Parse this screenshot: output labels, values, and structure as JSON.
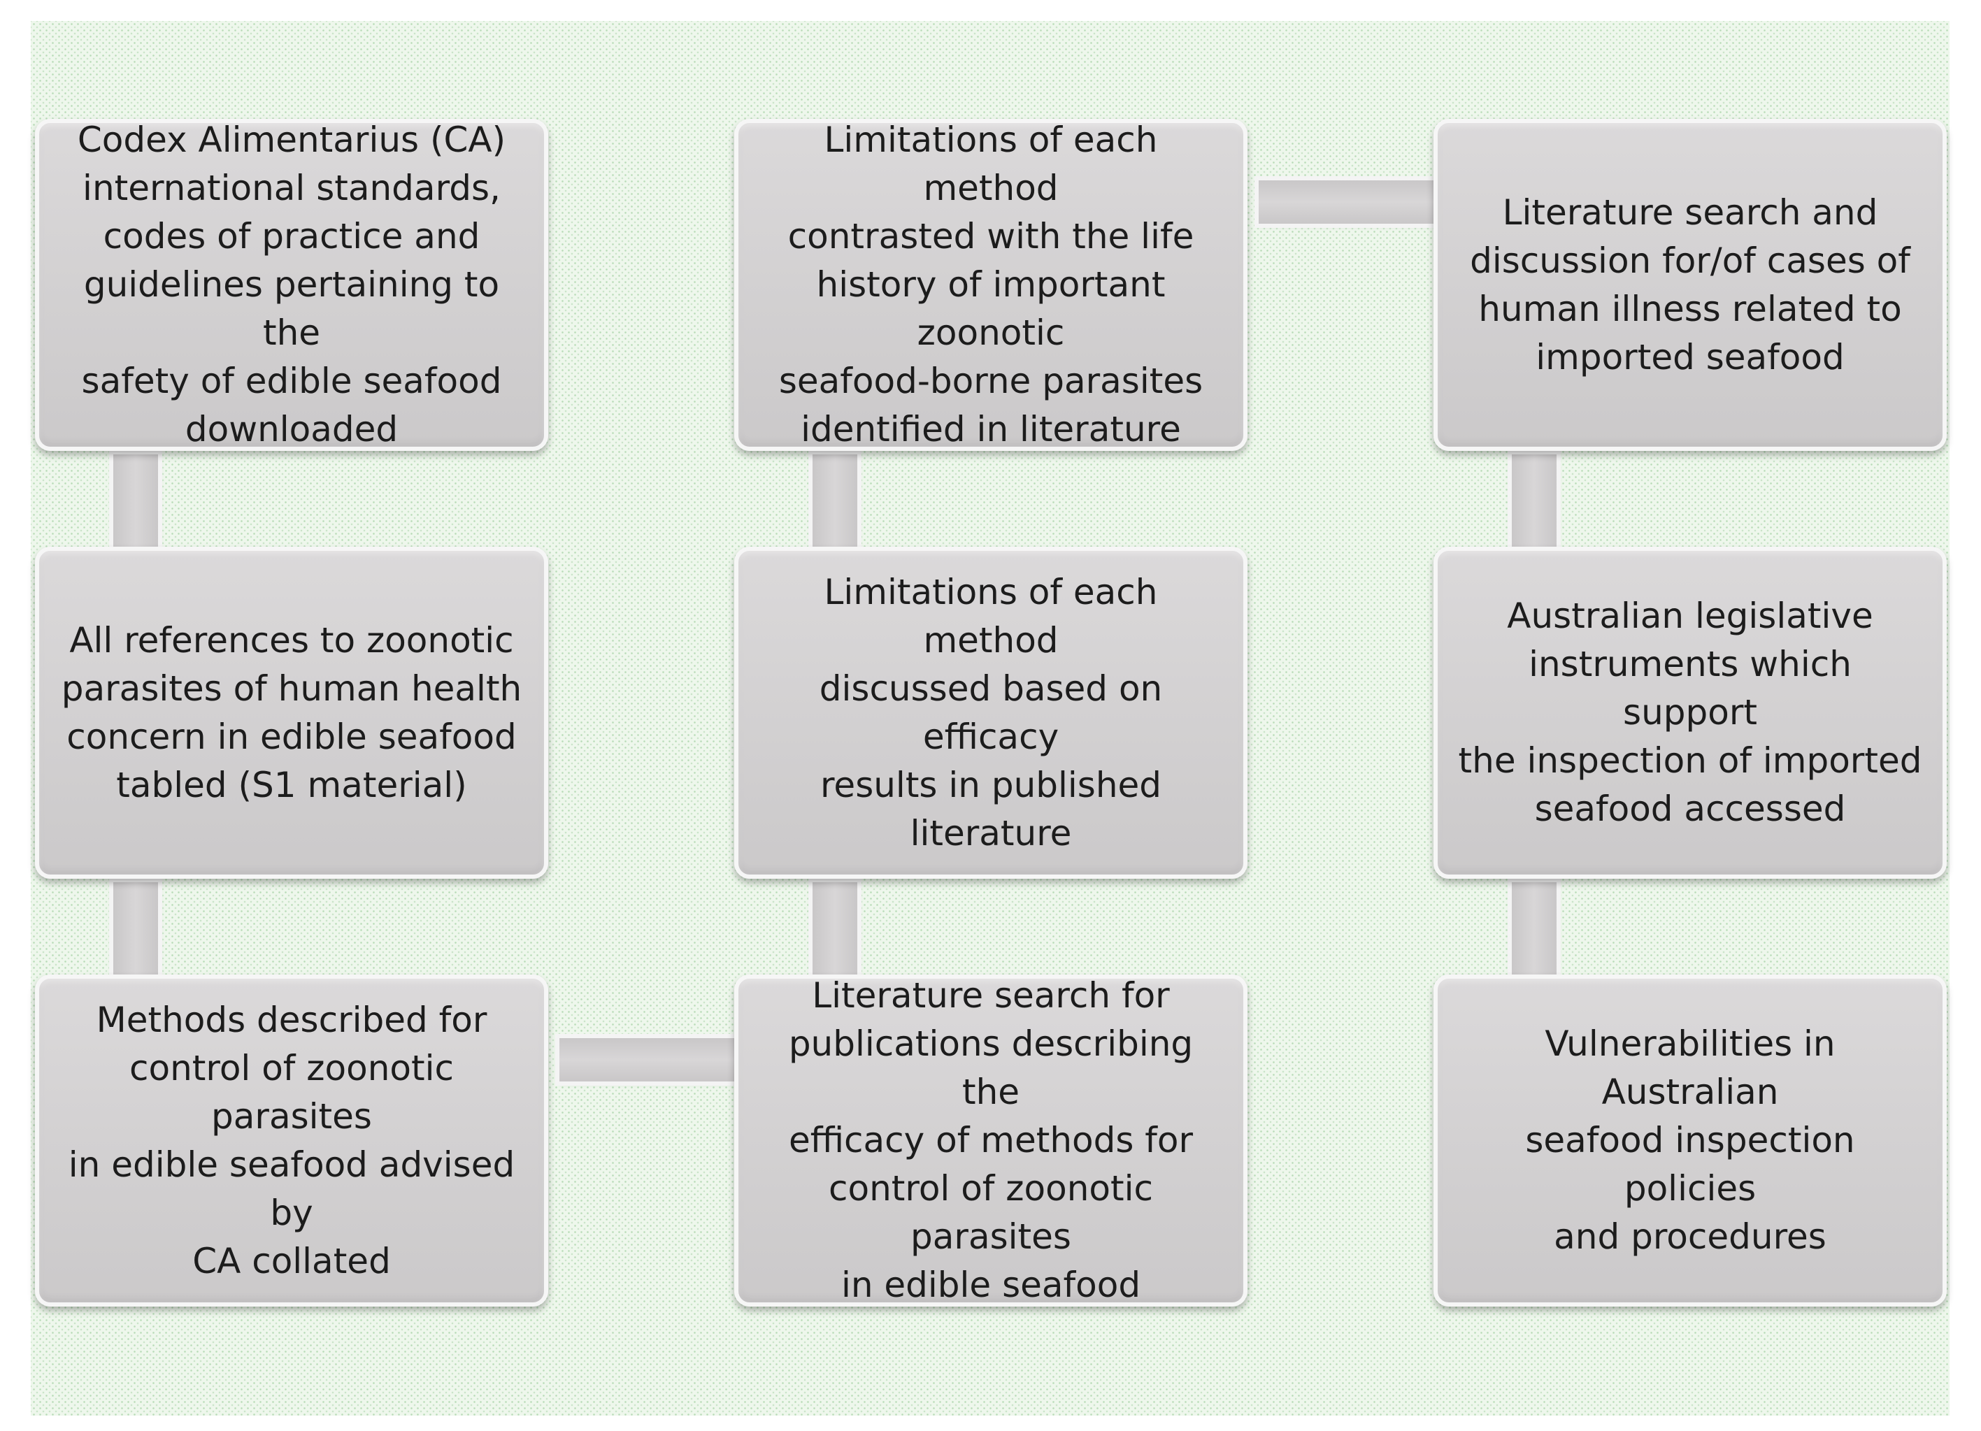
{
  "diagram": {
    "columns": [
      {
        "boxes": [
          "Codex Alimentarius (CA)\ninternational standards,\ncodes of practice and\nguidelines pertaining to the\nsafety of edible seafood\ndownloaded",
          "All references to zoonotic\nparasites of human health\nconcern in edible seafood\ntabled (S1 material)",
          "Methods described for\ncontrol of zoonotic parasites\nin edible seafood advised by\nCA collated"
        ]
      },
      {
        "boxes": [
          "Limitations of each method\ncontrasted with the life\nhistory of important zoonotic\nseafood-borne parasites\nidentified in literature",
          "Limitations of each method\ndiscussed based on efficacy\nresults in published literature",
          "Literature search for\npublications describing the\nefficacy of methods for\ncontrol of zoonotic parasites\nin edible seafood"
        ]
      },
      {
        "boxes": [
          "Literature search and\ndiscussion for/of cases of\nhuman illness related to\nimported seafood",
          "Australian legislative\ninstruments which support\nthe inspection of imported\nseafood accessed",
          "Vulnerabilities in Australian\nseafood inspection policies\nand procedures"
        ]
      }
    ]
  },
  "colors": {
    "box_fill": "#d2d0d1",
    "box_border": "#f6f6f6",
    "connector": "#cfcdce",
    "background_dots": "#78b978",
    "text": "#1c1c1c"
  }
}
